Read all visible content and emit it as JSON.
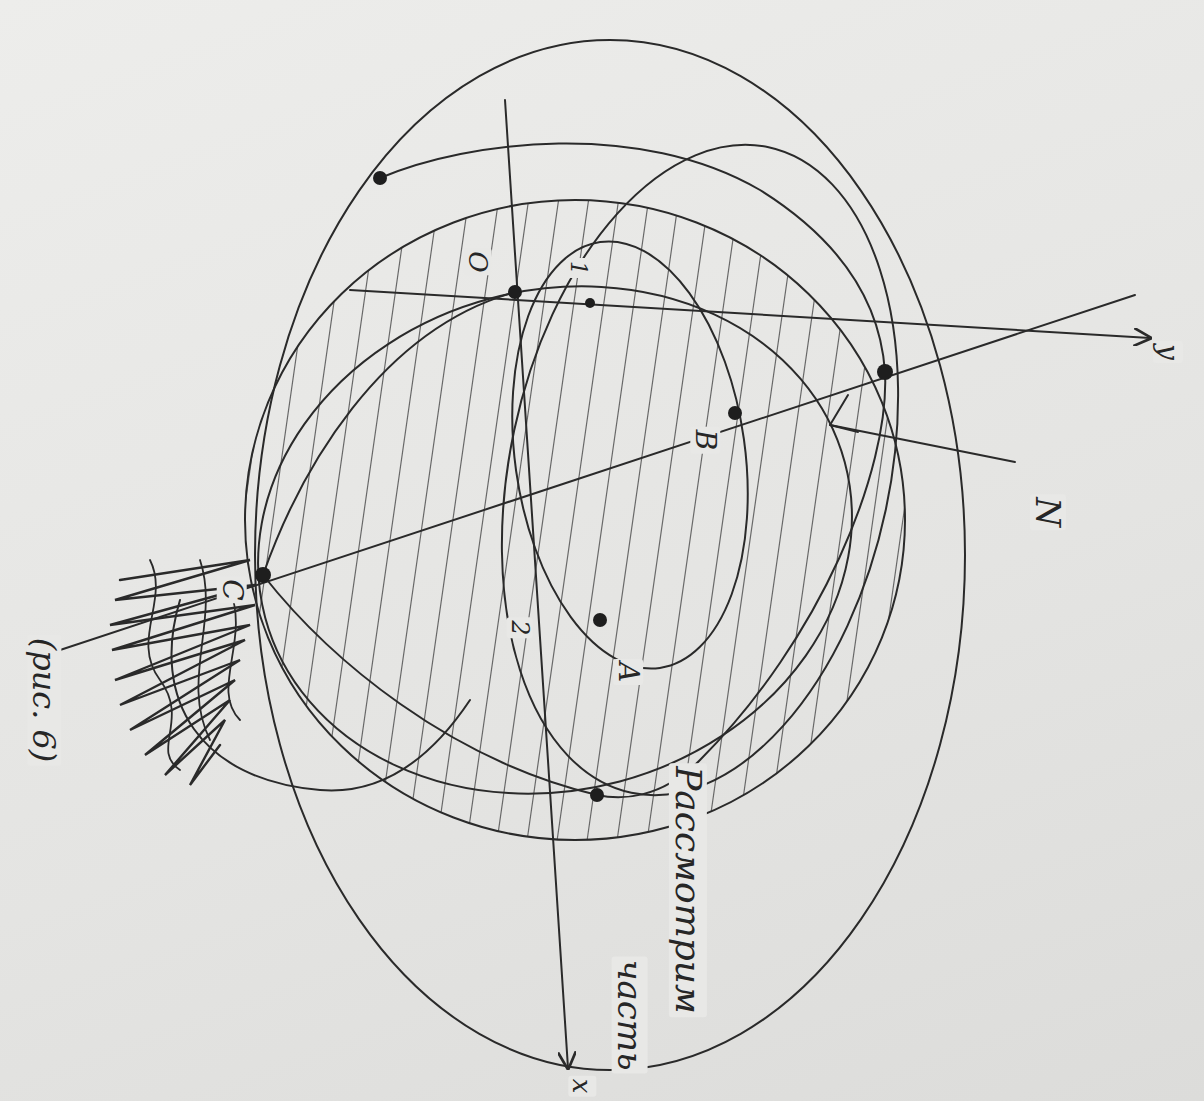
{
  "diagram": {
    "labels": [
      "O",
      "1",
      "B",
      "A",
      "2",
      "C",
      "y",
      "x",
      "N",
      "(рис. 6)",
      "Рассмотрим",
      "часть"
    ]
  }
}
